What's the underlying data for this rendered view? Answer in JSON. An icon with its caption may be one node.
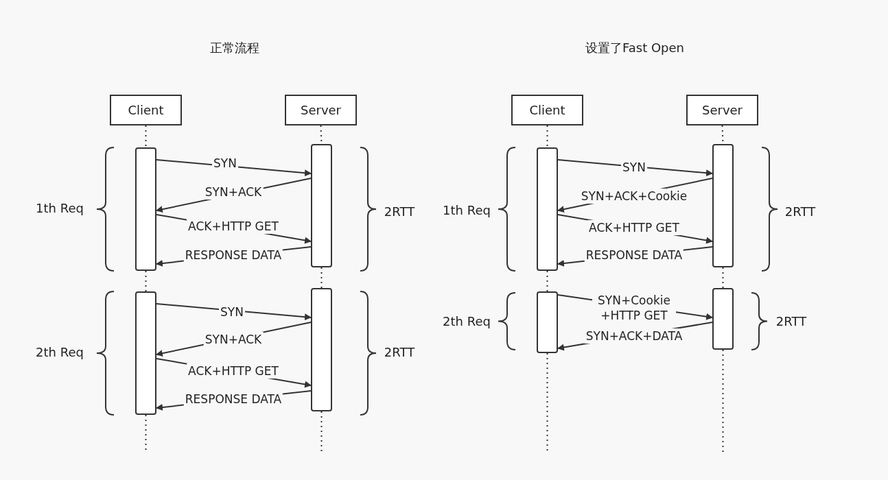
{
  "diagram": {
    "nodes": [
      {
        "text": [
          "Client"
        ]
      },
      {
        "text": [
          "Server"
        ]
      },
      {
        "text": [],
        "shape": "bar"
      },
      {
        "text": [],
        "shape": "bar"
      },
      {
        "text": [],
        "shape": "bar"
      },
      {
        "text": [],
        "shape": "bar"
      },
      {
        "text": [
          "Client"
        ]
      },
      {
        "text": [
          "Server"
        ]
      },
      {
        "text": [],
        "shape": "bar"
      },
      {
        "text": [],
        "shape": "bar"
      },
      {
        "text": [],
        "shape": "bar"
      },
      {
        "text": [],
        "shape": "bar"
      }
    ],
    "edges": [
      {
        "from": 0,
        "to": 2,
        "arrow": "none",
        "style": "dashed"
      },
      {
        "from": 2,
        "to": 4,
        "arrow": "none",
        "style": "dashed"
      },
      {
        "from": 4,
        "to": null,
        "arrow": "none",
        "style": "dashed"
      },
      {
        "from": 1,
        "to": 3,
        "arrow": "none",
        "style": "dashed"
      },
      {
        "from": 3,
        "to": 5,
        "arrow": "none",
        "style": "dashed"
      },
      {
        "from": 5,
        "to": null,
        "arrow": "none",
        "style": "dashed"
      },
      {
        "from": 2,
        "to": 3,
        "arrow": "to",
        "label": "SYN"
      },
      {
        "from": 3,
        "to": 2,
        "arrow": "to",
        "label": "SYN+ACK"
      },
      {
        "from": 2,
        "to": 3,
        "arrow": "to",
        "label": "ACK+HTTP GET"
      },
      {
        "from": 3,
        "to": 2,
        "arrow": "to",
        "label": "RESPONSE DATA"
      },
      {
        "from": 4,
        "to": 5,
        "arrow": "to",
        "label": "SYN"
      },
      {
        "from": 5,
        "to": 4,
        "arrow": "to",
        "label": "SYN+ACK"
      },
      {
        "from": 4,
        "to": 5,
        "arrow": "to",
        "label": "ACK+HTTP GET"
      },
      {
        "from": 5,
        "to": 4,
        "arrow": "to",
        "label": "RESPONSE DATA"
      },
      {
        "from": 6,
        "to": 8,
        "arrow": "none",
        "style": "dashed"
      },
      {
        "from": 8,
        "to": 10,
        "arrow": "none",
        "style": "dashed"
      },
      {
        "from": 10,
        "to": null,
        "arrow": "none",
        "style": "dashed"
      },
      {
        "from": 7,
        "to": 9,
        "arrow": "none",
        "style": "dashed"
      },
      {
        "from": 9,
        "to": 11,
        "arrow": "none",
        "style": "dashed"
      },
      {
        "from": 11,
        "to": null,
        "arrow": "none",
        "style": "dashed"
      },
      {
        "from": 8,
        "to": 9,
        "arrow": "to",
        "label": "SYN"
      },
      {
        "from": 9,
        "to": 8,
        "arrow": "to",
        "label": "SYN+ACK+Cookie"
      },
      {
        "from": 8,
        "to": 9,
        "arrow": "to",
        "label": "ACK+HTTP GET"
      },
      {
        "from": 9,
        "to": 8,
        "arrow": "to",
        "label": "RESPONSE DATA"
      },
      {
        "from": 10,
        "to": 11,
        "arrow": "to",
        "label": "SYN+Cookie +HTTP GET"
      },
      {
        "from": 11,
        "to": 10,
        "arrow": "to",
        "label": "SYN+ACK+DATA"
      }
    ],
    "labels": [
      "正常流程",
      "设置了Fast Open",
      "1th Req",
      "2RTT",
      "1th Req",
      "2RTT",
      "2th Req",
      "2RTT",
      "2th Req",
      "2RTT"
    ]
  }
}
